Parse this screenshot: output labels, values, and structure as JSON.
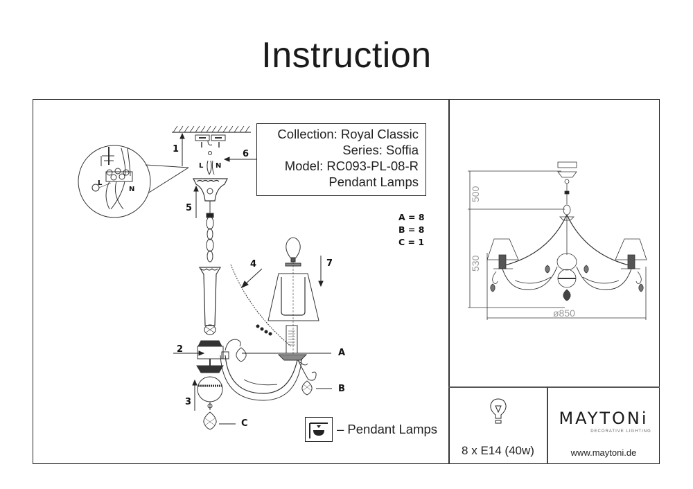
{
  "page": {
    "title": "Instruction"
  },
  "product_info": {
    "collection": "Collection: Royal Classic",
    "series": "Series: Soffia",
    "model": "Model: RC093-PL-08-R",
    "type": "Pendant Lamps"
  },
  "part_counts": {
    "a": "A = 8",
    "b": "B = 8",
    "c": "C = 1"
  },
  "assembly_steps": [
    "1",
    "2",
    "3",
    "4",
    "5",
    "6",
    "7"
  ],
  "part_labels": [
    "A",
    "B",
    "C"
  ],
  "wiring_labels": {
    "live": "L",
    "neutral": "N"
  },
  "legend": {
    "icon": "pendant-lamp-icon",
    "text": "– Pendant Lamps"
  },
  "dimensions": {
    "chain_height": "500",
    "body_height": "530",
    "diameter": "ø850"
  },
  "bulb": {
    "icon": "light-bulb-icon",
    "spec": "8 x E14 (40w)"
  },
  "brand": {
    "name": "MAYTONi",
    "tagline": "DECORATIVE LIGHTING",
    "website": "www.maytoni.de"
  }
}
